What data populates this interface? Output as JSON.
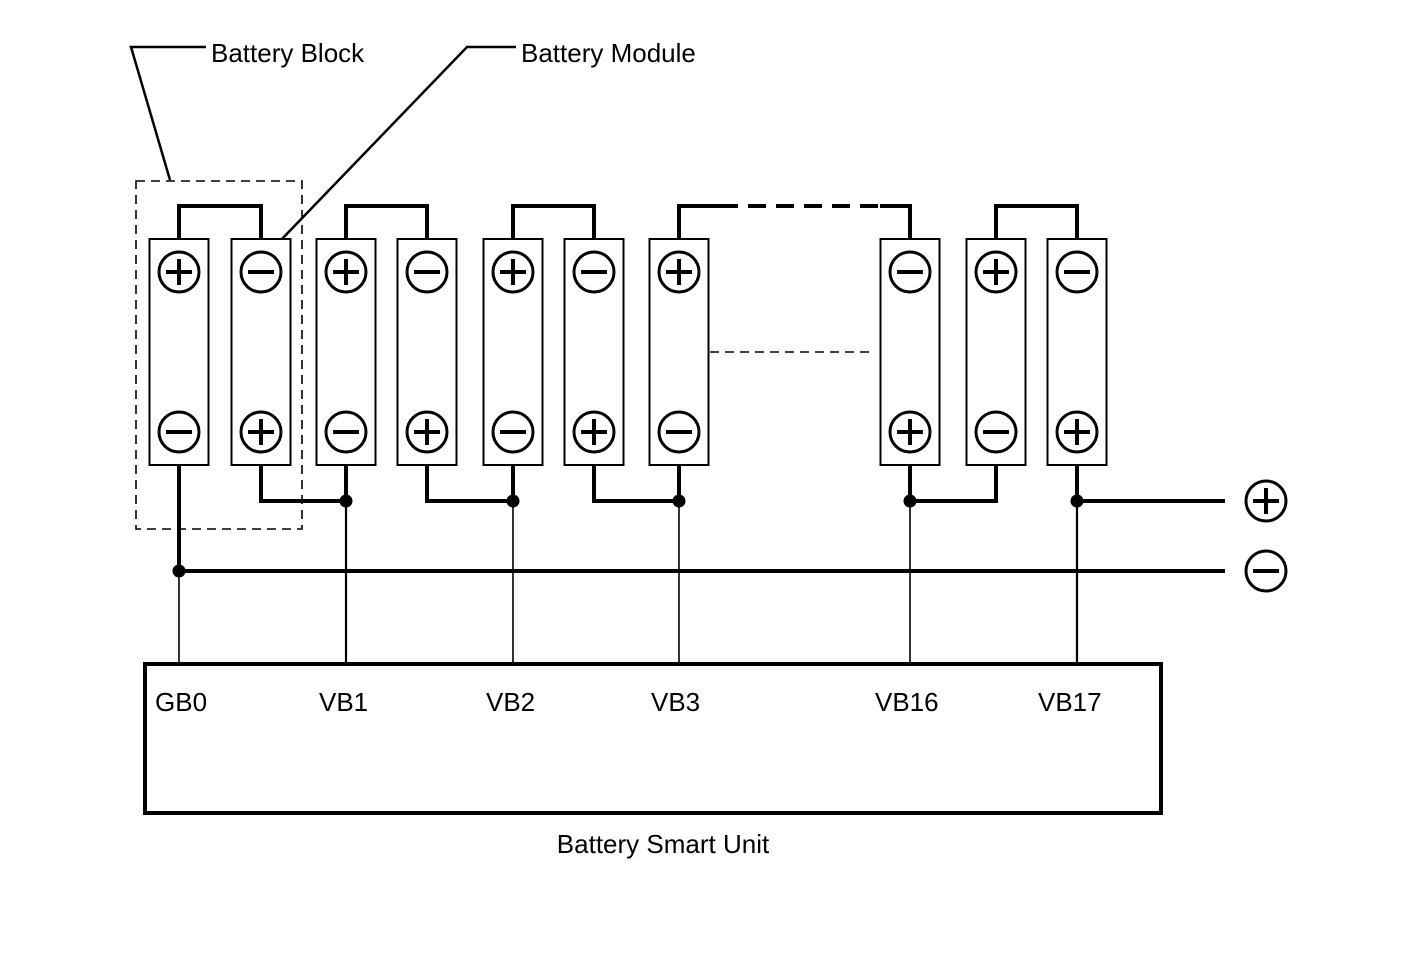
{
  "labels": {
    "battery_block": "Battery Block",
    "battery_module": "Battery Module",
    "smart_unit": "Battery Smart Unit"
  },
  "pins": [
    "GB0",
    "VB1",
    "VB2",
    "VB3",
    "VB16",
    "VB17"
  ],
  "terminals": {
    "positive": "+",
    "negative": "−"
  },
  "modules": [
    {
      "top": "+",
      "bottom": "−"
    },
    {
      "top": "−",
      "bottom": "+"
    },
    {
      "top": "+",
      "bottom": "−"
    },
    {
      "top": "−",
      "bottom": "+"
    },
    {
      "top": "+",
      "bottom": "−"
    },
    {
      "top": "−",
      "bottom": "+"
    },
    {
      "top": "+",
      "bottom": "−"
    },
    {
      "top": "−",
      "bottom": "+"
    },
    {
      "top": "+",
      "bottom": "−"
    },
    {
      "top": "−",
      "bottom": "+"
    }
  ],
  "colors": {
    "line": "#000000",
    "background": "#ffffff"
  }
}
